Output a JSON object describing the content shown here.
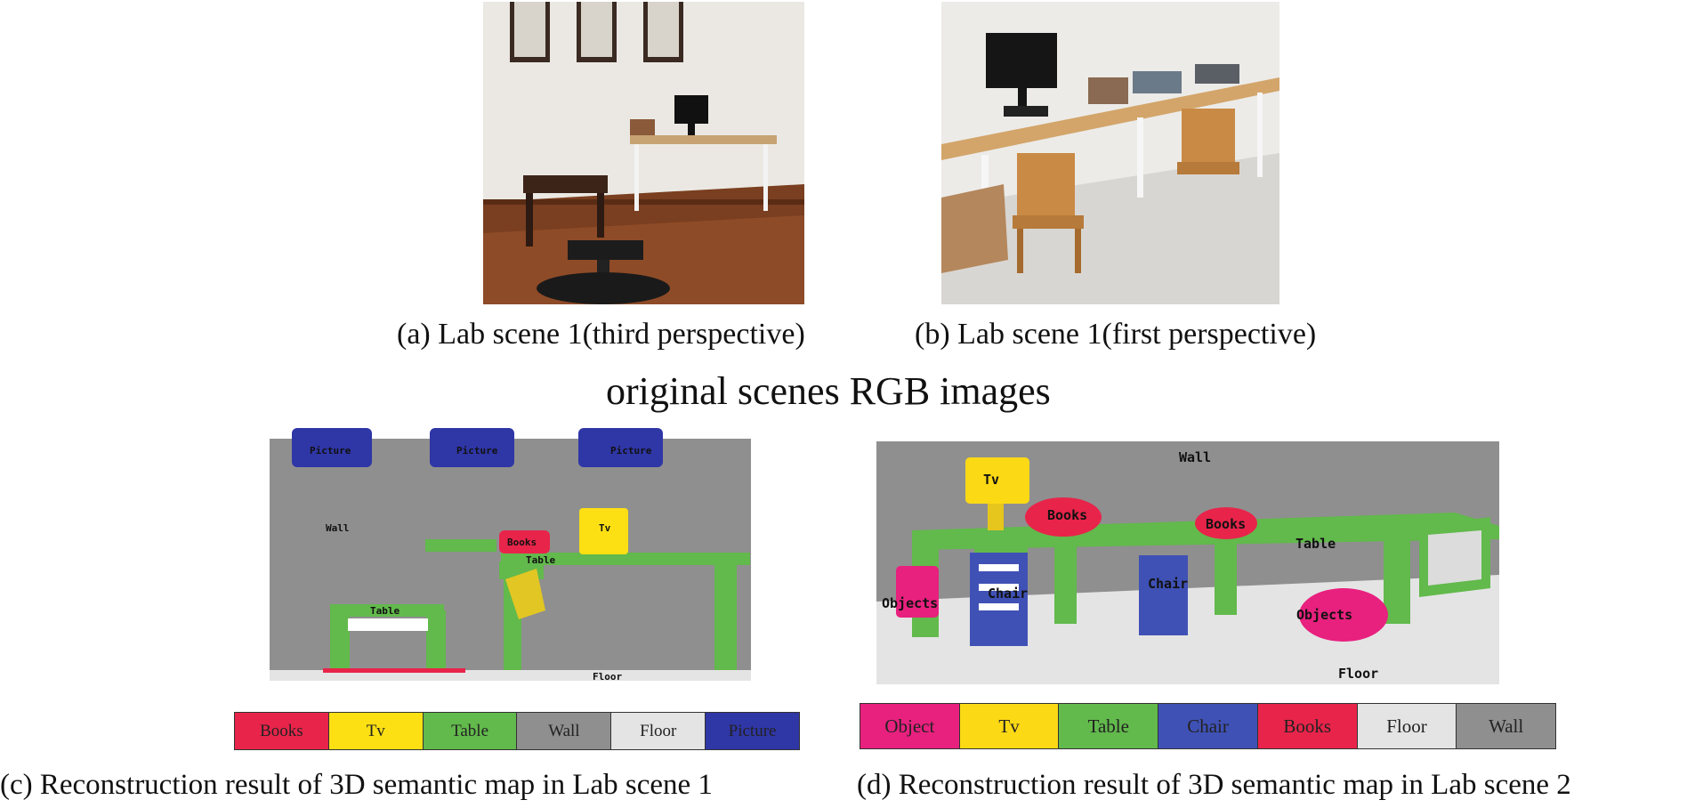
{
  "panel_a": {
    "caption": "(a) Lab scene 1(third perspective)"
  },
  "panel_b": {
    "caption": "(b) Lab scene 1(first perspective)"
  },
  "section_title": "original scenes RGB images",
  "panel_c": {
    "caption": "(c) Reconstruction result of 3D semantic map in Lab scene 1",
    "labels": {
      "picture1": "Picture",
      "picture2": "Picture",
      "picture3": "Picture",
      "wall": "Wall",
      "books": "Books",
      "tv": "Tv",
      "table1": "Table",
      "table2": "Table",
      "floor": "Floor"
    },
    "legend": [
      {
        "label": "Books",
        "color": "#e8244a"
      },
      {
        "label": "Tv",
        "color": "#fce013"
      },
      {
        "label": "Table",
        "color": "#62b94c"
      },
      {
        "label": "Wall",
        "color": "#8f8f8f"
      },
      {
        "label": "Floor",
        "color": "#e4e4e4"
      },
      {
        "label": "Picture",
        "color": "#2f36a6"
      }
    ]
  },
  "panel_d": {
    "caption": "(d) Reconstruction result of 3D  semantic map in Lab scene 2",
    "labels": {
      "wall": "Wall",
      "tv": "Tv",
      "books1": "Books",
      "books2": "Books",
      "table": "Table",
      "objects1": "Objects",
      "chair1": "Chair",
      "chair2": "Chair",
      "objects2": "Objects",
      "floor": "Floor"
    },
    "legend": [
      {
        "label": "Object",
        "color": "#e8207e"
      },
      {
        "label": "Tv",
        "color": "#fcd915"
      },
      {
        "label": "Table",
        "color": "#62b94c"
      },
      {
        "label": "Chair",
        "color": "#3f51b5"
      },
      {
        "label": "Books",
        "color": "#e8244a"
      },
      {
        "label": "Floor",
        "color": "#e4e4e4"
      },
      {
        "label": "Wall",
        "color": "#8f8f8f"
      }
    ]
  }
}
